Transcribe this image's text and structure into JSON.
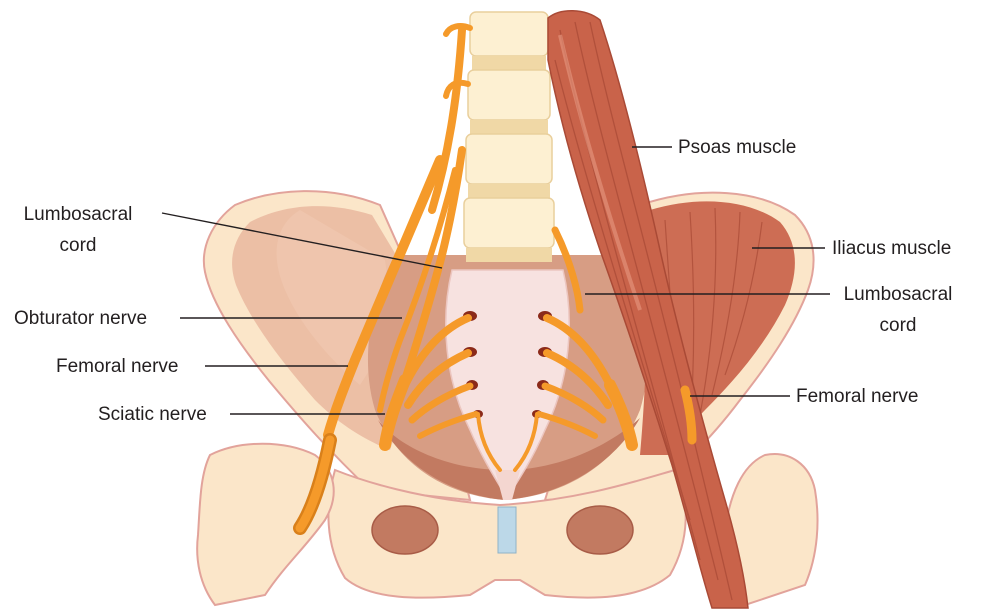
{
  "figure": {
    "colors": {
      "bone": "#fbe6c9",
      "bone_outline": "#e2a39b",
      "pelvic_interior": "#d79d84",
      "pelvic_floor": "#c8846c",
      "sacrum": "#f7e2e0",
      "foramen": "#8b2a1a",
      "muscle": "#c9634a",
      "muscle_fibers": "#a94a36",
      "nerve": "#f59a2a",
      "nerve_edge": "#d9801a",
      "vertebra": "#fdf0d2",
      "disc": "#f0d8a6",
      "symphysis": "#bcd8e8",
      "leader_line": "#231f20"
    },
    "labels": {
      "psoas_muscle": "Psoas muscle",
      "iliacus_muscle": "Iliacus muscle",
      "lumbosacral_cord_right": {
        "line1": "Lumbosacral",
        "line2": "cord"
      },
      "femoral_nerve_right": "Femoral nerve",
      "lumbosacral_cord_left": {
        "line1": "Lumbosacral",
        "line2": "cord"
      },
      "obturator_nerve": "Obturator nerve",
      "femoral_nerve_left": "Femoral nerve",
      "sciatic_nerve": "Sciatic nerve"
    }
  }
}
